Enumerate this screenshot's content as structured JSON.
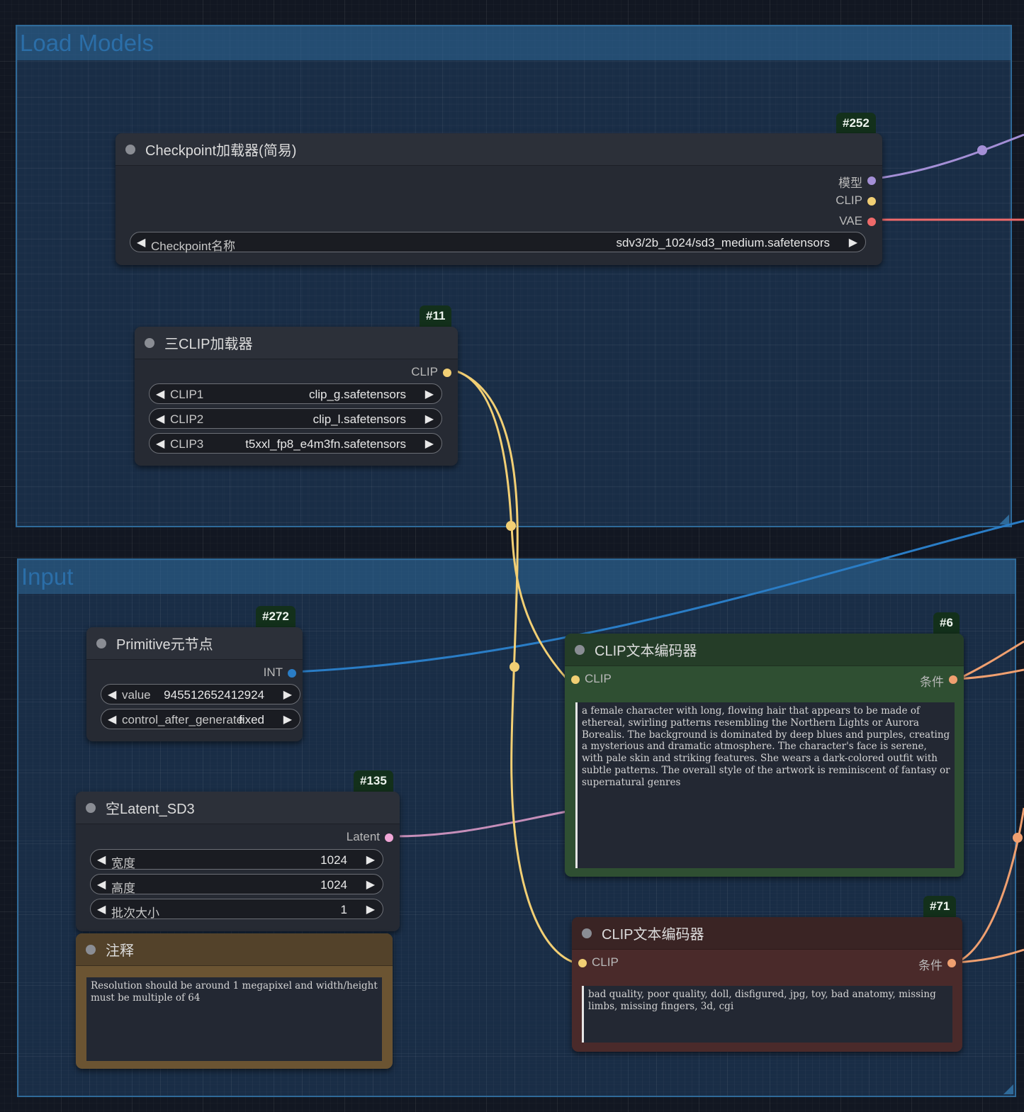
{
  "groups": {
    "load_models": {
      "title": "Load Models"
    },
    "input": {
      "title": "Input"
    }
  },
  "nodes": {
    "checkpoint": {
      "id": "#252",
      "title": "Checkpoint加载器(简易)",
      "outputs": [
        "模型",
        "CLIP",
        "VAE"
      ],
      "widget_label": "Checkpoint名称",
      "widget_value": "sdv3/2b_1024/sd3_medium.safetensors"
    },
    "triple_clip": {
      "id": "#11",
      "title": "三CLIP加载器",
      "output": "CLIP",
      "widgets": [
        {
          "label": "CLIP1",
          "value": "clip_g.safetensors"
        },
        {
          "label": "CLIP2",
          "value": "clip_l.safetensors"
        },
        {
          "label": "CLIP3",
          "value": "t5xxl_fp8_e4m3fn.safetensors"
        }
      ]
    },
    "primitive": {
      "id": "#272",
      "title": "Primitive元节点",
      "output": "INT",
      "widgets": [
        {
          "label": "value",
          "value": "945512652412924"
        },
        {
          "label": "control_after_generate",
          "value": "fixed"
        }
      ]
    },
    "latent": {
      "id": "#135",
      "title": "空Latent_SD3",
      "output": "Latent",
      "widgets": [
        {
          "label": "宽度",
          "value": "1024"
        },
        {
          "label": "高度",
          "value": "1024"
        },
        {
          "label": "批次大小",
          "value": "1"
        }
      ]
    },
    "note": {
      "title": "注释",
      "text": "Resolution should be around 1 megapixel and width/height must be multiple of 64"
    },
    "clip_pos": {
      "id": "#6",
      "title": "CLIP文本编码器",
      "input": "CLIP",
      "output": "条件",
      "text": "a female character with long, flowing hair that appears to be made of ethereal, swirling patterns resembling the Northern Lights or Aurora Borealis. The background is dominated by deep blues and purples, creating a mysterious and dramatic atmosphere. The character's face is serene, with pale skin and striking features. She wears a dark-colored outfit with subtle patterns. The overall style of the artwork is reminiscent of fantasy or supernatural genres"
    },
    "clip_neg": {
      "id": "#71",
      "title": "CLIP文本编码器",
      "input": "CLIP",
      "output": "条件",
      "text": "bad quality, poor quality, doll, disfigured, jpg, toy, bad anatomy, missing limbs, missing fingers, 3d, cgi"
    }
  },
  "colors": {
    "model": "#a48fd6",
    "clip": "#f2cf74",
    "vae": "#ef6a6a",
    "int": "#2a7dc6",
    "latent": "#f0a6d6",
    "conditioning": "#f0a070",
    "positive_node": "#2f4f32",
    "negative_node": "#4a2a2a",
    "note_node": "#6b5432"
  }
}
